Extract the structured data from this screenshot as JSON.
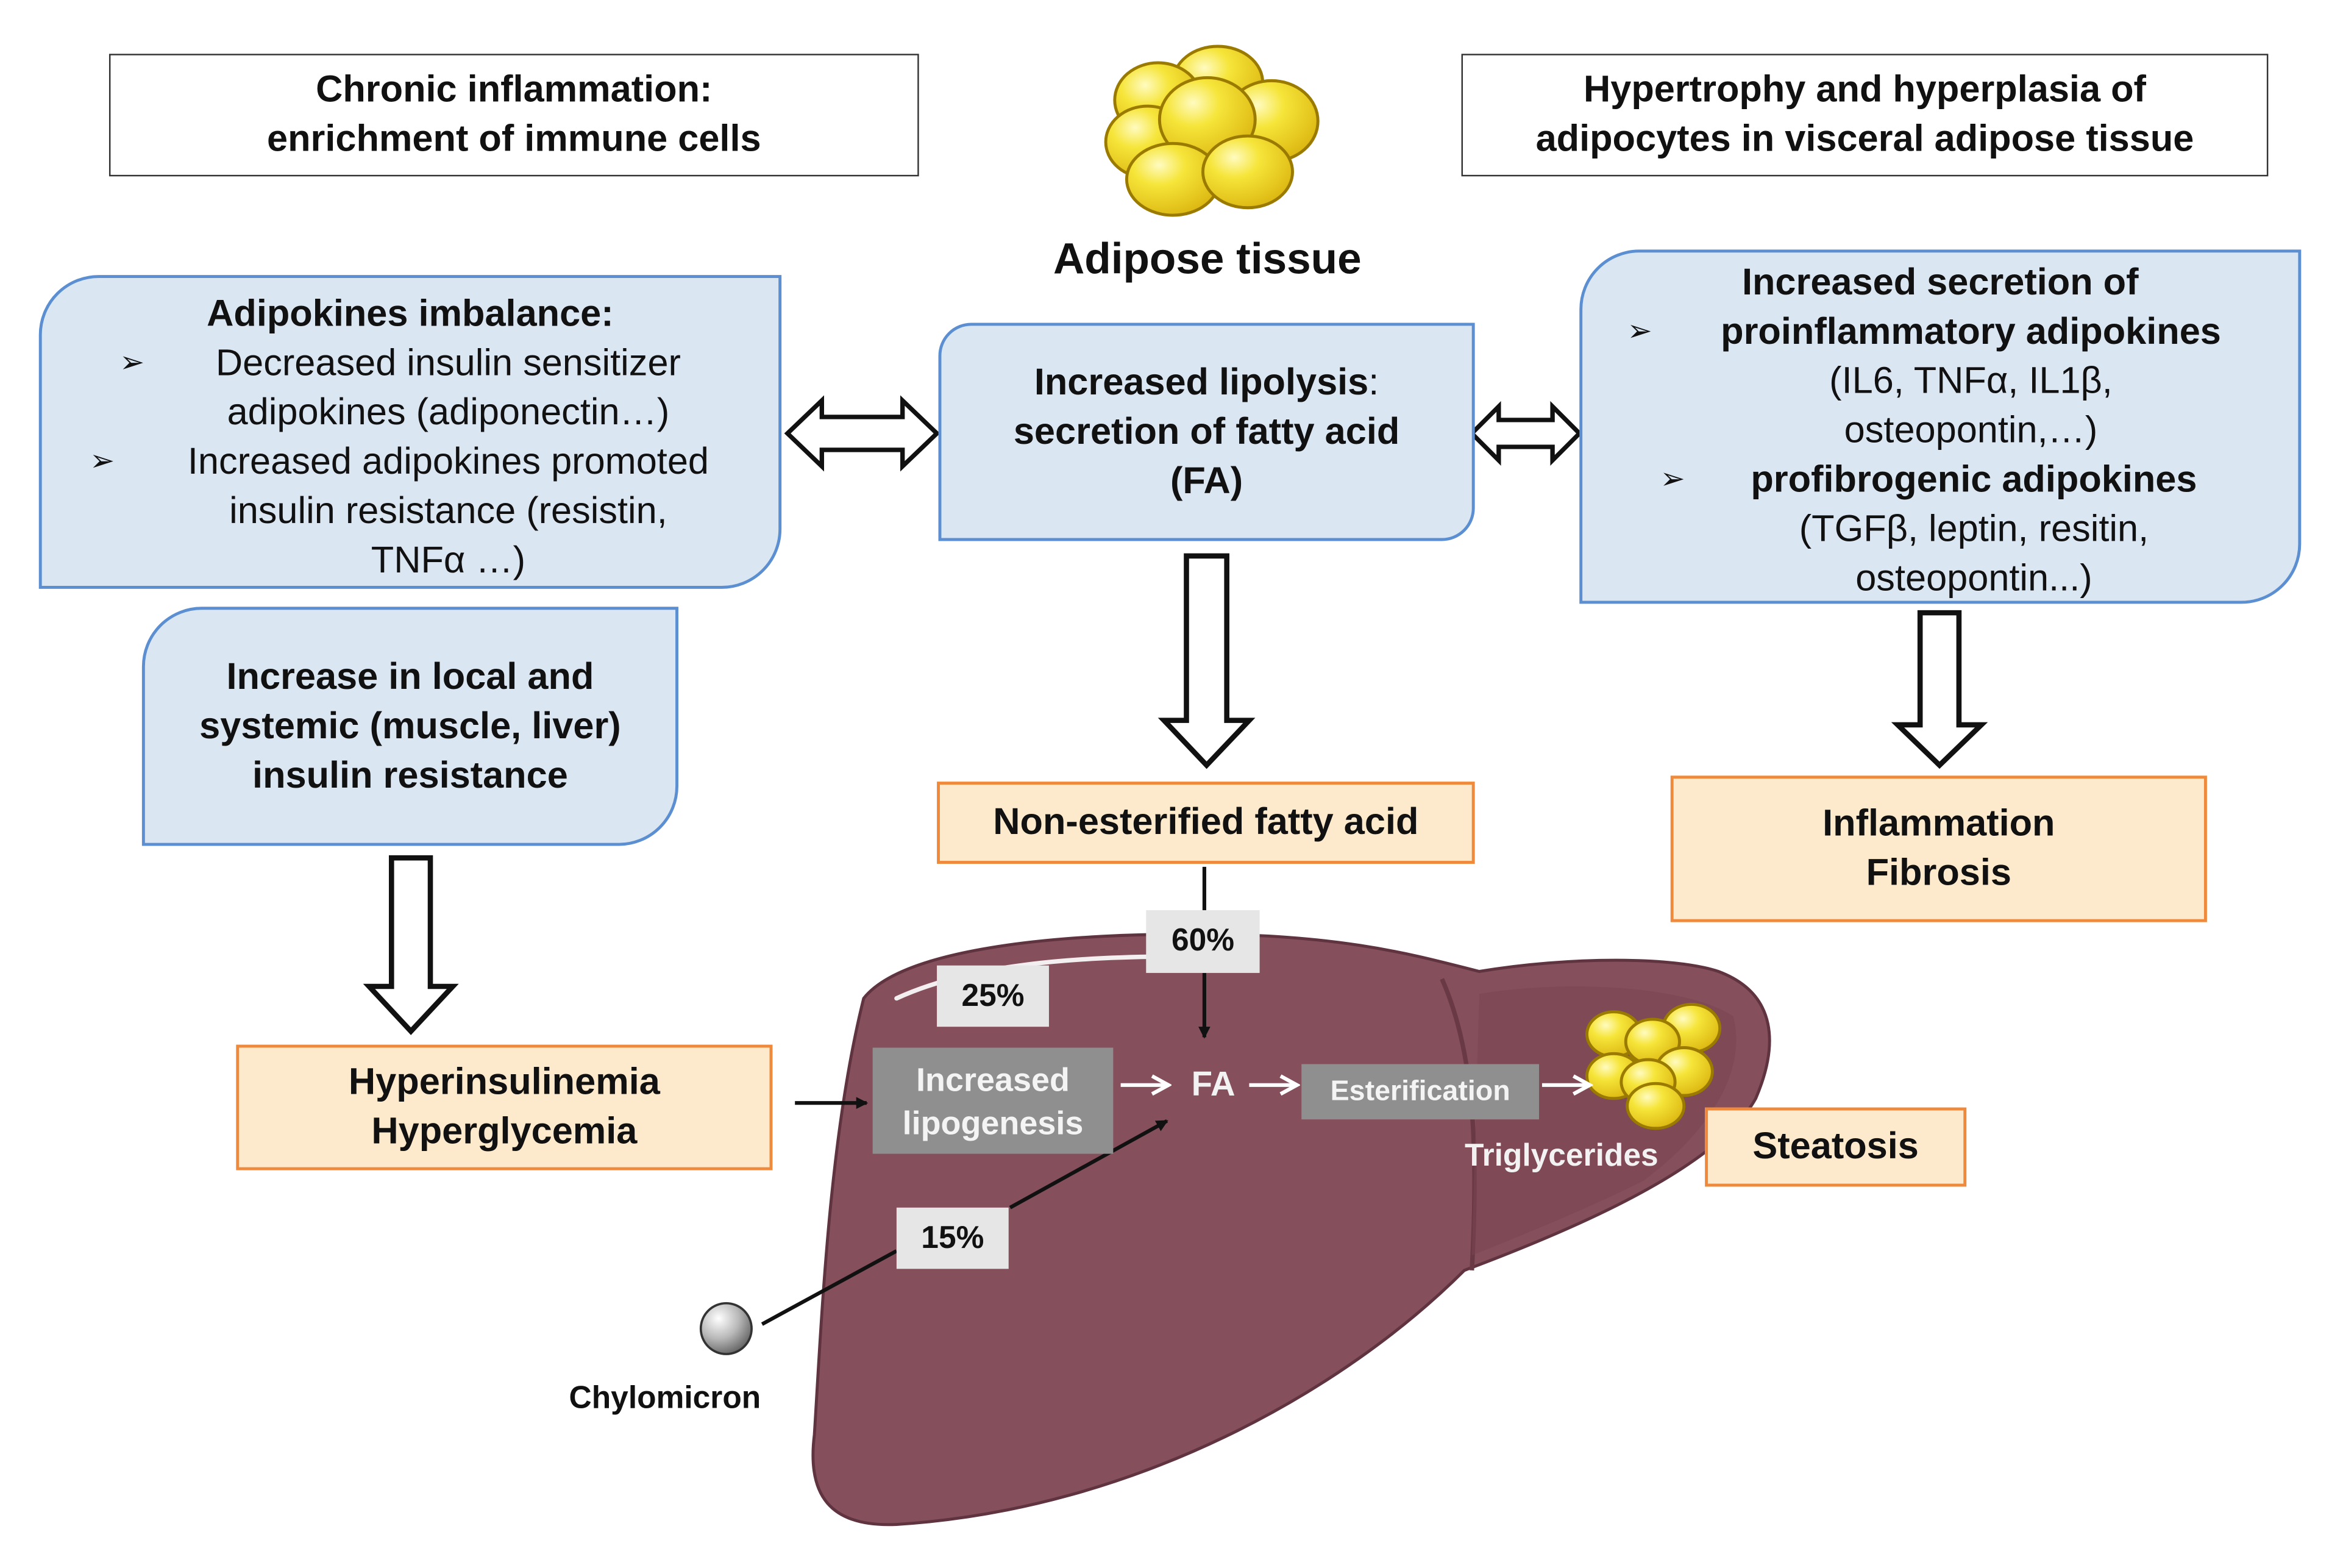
{
  "top": {
    "left_box": [
      "Chronic inflammation:",
      "enrichment of immune cells"
    ],
    "center_label": "Adipose tissue",
    "right_box": [
      "Hypertrophy and hyperplasia of",
      "adipocytes in visceral adipose tissue"
    ]
  },
  "adipokines": {
    "title": "Adipokines imbalance:",
    "item1": [
      "Decreased insulin sensitizer",
      "adipokines (adiponectin…)"
    ],
    "item2": [
      "Increased adipokines promoted",
      "insulin resistance (resistin,",
      "TNFα …)"
    ]
  },
  "lipolysis": {
    "title": "Increased lipolysis",
    "colon": ":",
    "line2": "secretion of fatty acid",
    "line3": "(FA)"
  },
  "proinflammatory": {
    "title": "Increased secretion of",
    "item1_title": "proinflammatory adipokines",
    "item1_detail": [
      "(IL6, TNFα, IL1β,",
      "osteopontin,…)"
    ],
    "item2_title": "profibrogenic adipokines",
    "item2_detail": [
      "(TGFβ, leptin, resitin,",
      "osteopontin...)"
    ]
  },
  "insulin_resistance": [
    "Increase in local and",
    "systemic (muscle, liver)",
    "insulin resistance"
  ],
  "nefa": "Non-esterified fatty acid",
  "inflammation_fibrosis": [
    "Inflammation",
    "Fibrosis"
  ],
  "hyper": [
    "Hyperinsulinemia",
    "Hyperglycemia"
  ],
  "liver": {
    "pct_60": "60%",
    "pct_25": "25%",
    "pct_15": "15%",
    "lipogenesis": [
      "Increased",
      "lipogenesis"
    ],
    "fa": "FA",
    "esterification": "Esterification",
    "triglycerides": "Triglycerides",
    "chylomicron": "Chylomicron"
  },
  "steatosis": "Steatosis",
  "bullet_marker": "➢",
  "colors": {
    "blue_fill": "#dbe6f3",
    "blue_border": "#5b8fd1",
    "orange_fill": "#fdeacc",
    "orange_border": "#ef8a3c",
    "liver": "#864f5c",
    "fat": "#f3df2c"
  }
}
